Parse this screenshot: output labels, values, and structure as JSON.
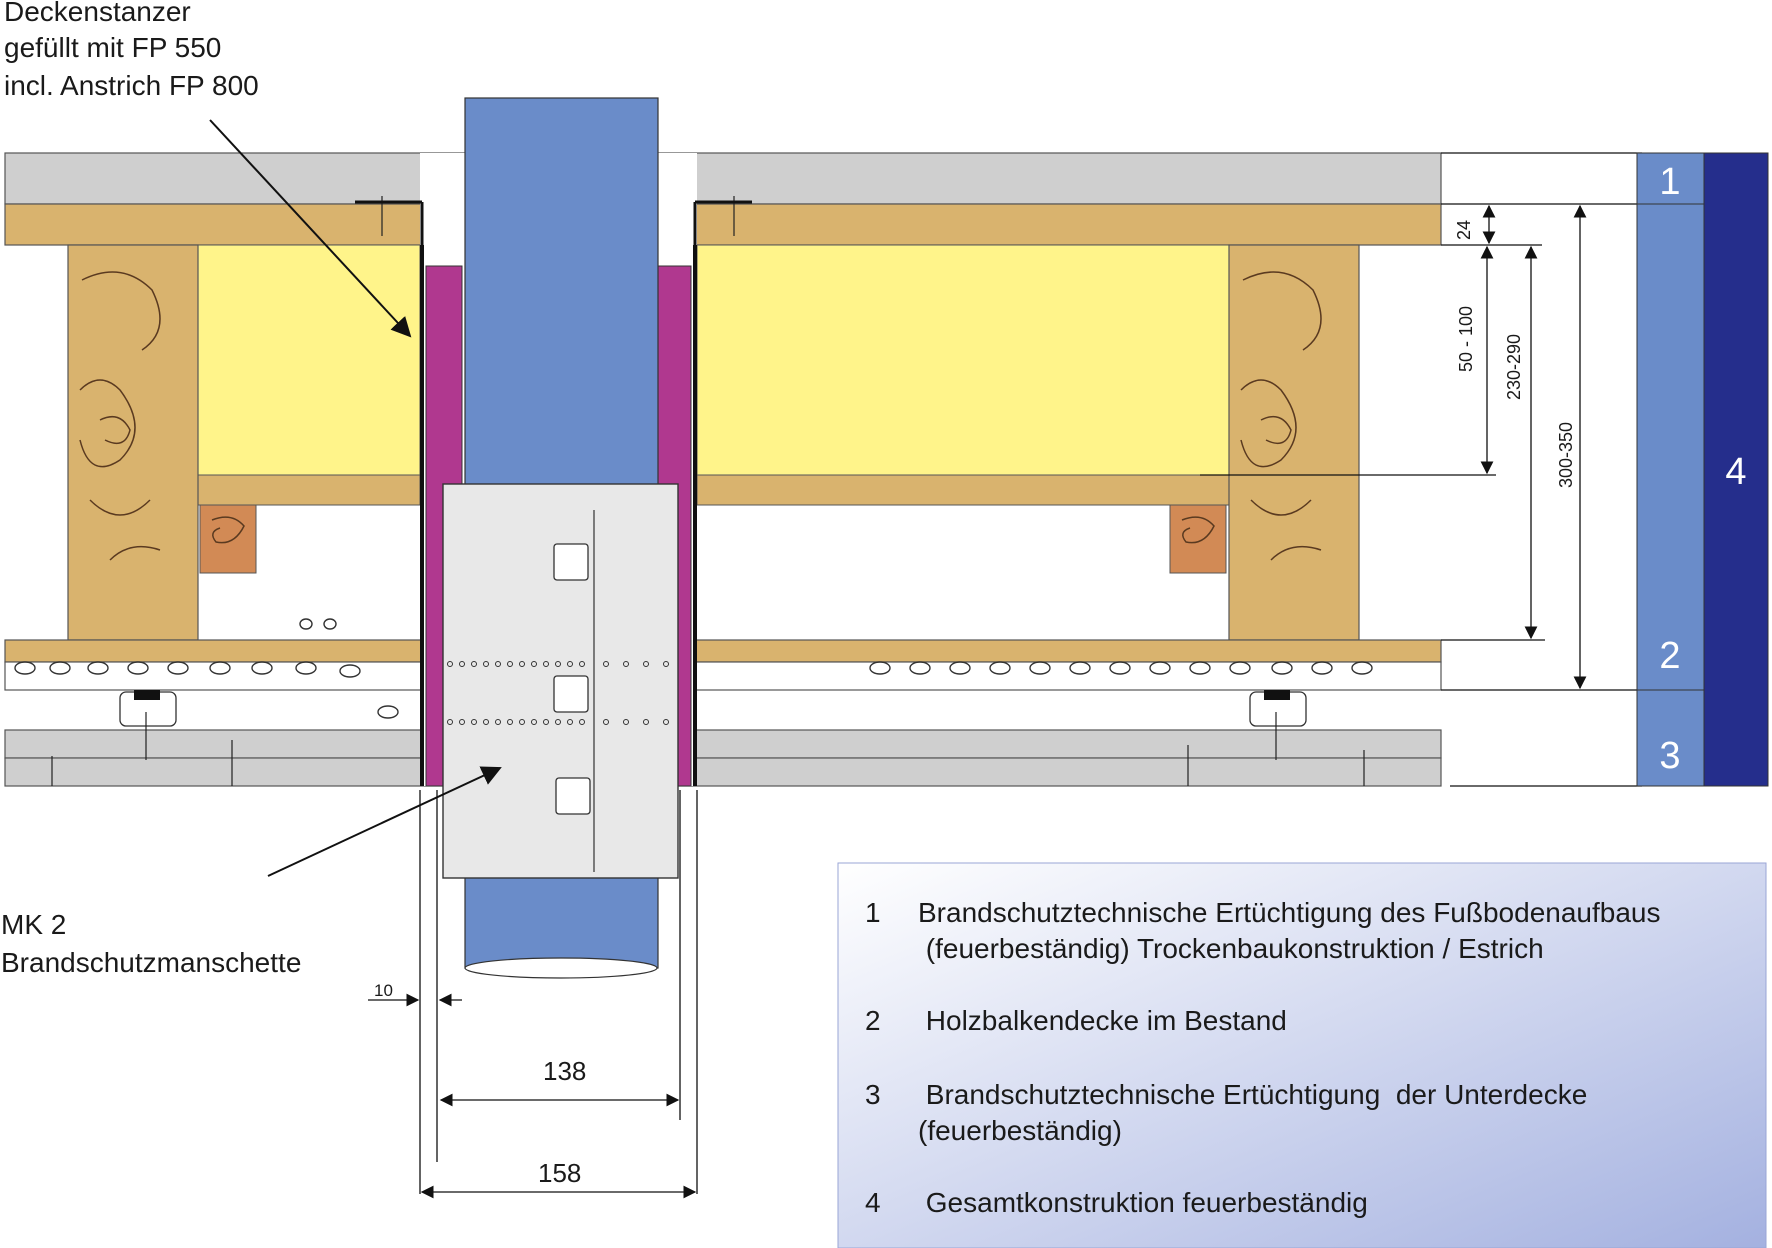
{
  "labels": {
    "deckenstanzer": [
      "Deckenstanzer",
      "gefüllt mit FP 550",
      "incl. Anstrich FP 800"
    ],
    "mk2": [
      "MK 2",
      "Brandschutzmanschette"
    ]
  },
  "dimensions": {
    "d24": "24",
    "d50_100": "50 - 100",
    "d230_290": "230-290",
    "d300_350": "300-350",
    "d10": "10",
    "d138": "138",
    "d158": "158"
  },
  "side_markers": {
    "m1": "1",
    "m2": "2",
    "m3": "3",
    "m4": "4"
  },
  "legend": {
    "items": [
      {
        "num": "1",
        "lines": [
          "Brandschutztechnische Ertüchtigung des Fußbodenaufbaus",
          " (feuerbeständig) Trockenbaukonstruktion / Estrich"
        ]
      },
      {
        "num": "2",
        "lines": [
          " Holzbalkendecke im Bestand"
        ]
      },
      {
        "num": "3",
        "lines": [
          " Brandschutztechnische Ertüchtigung  der Unterdecke",
          "(feuerbeständig)"
        ]
      },
      {
        "num": "4",
        "lines": [
          " Gesamtkonstruktion feuerbeständig"
        ]
      }
    ]
  },
  "colors": {
    "screed": "#cfcfcf",
    "wood": "#d9b36e",
    "insulation": "#fff48a",
    "pipe": "#6a8cc9",
    "sleeve": "#b0388f",
    "collar": "#e8e8e8",
    "marker_light": "#6a8cc9",
    "marker_dark": "#252e8c",
    "legend_start": "#ffffff",
    "legend_end": "#a4b1e0"
  }
}
